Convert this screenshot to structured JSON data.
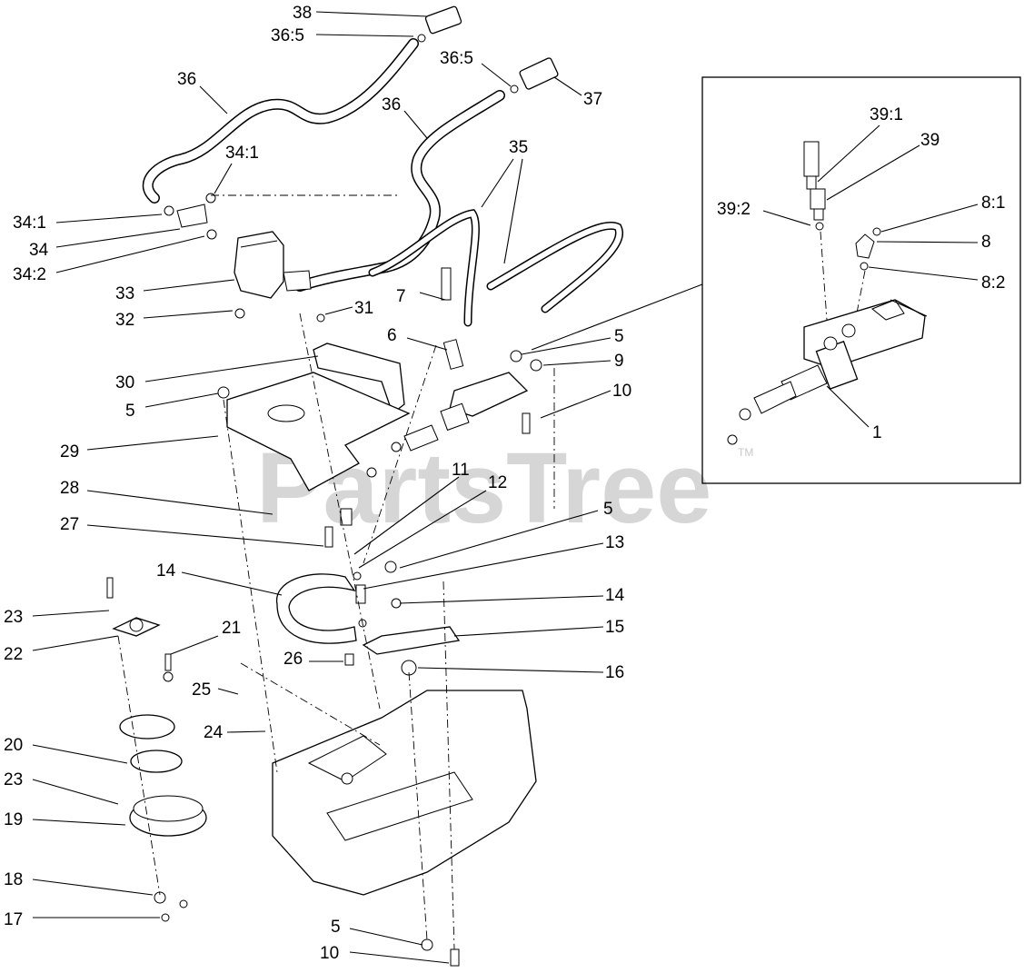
{
  "watermark": {
    "text": "PartsTree",
    "tm": "TM"
  },
  "callouts": [
    {
      "id": "38",
      "label": "38"
    },
    {
      "id": "36-5-top",
      "label": "36:5"
    },
    {
      "id": "36-5-right",
      "label": "36:5"
    },
    {
      "id": "37",
      "label": "37"
    },
    {
      "id": "36-left",
      "label": "36"
    },
    {
      "id": "36-mid",
      "label": "36"
    },
    {
      "id": "35",
      "label": "35"
    },
    {
      "id": "34-1-upper",
      "label": "34:1"
    },
    {
      "id": "34-1-left",
      "label": "34:1"
    },
    {
      "id": "34",
      "label": "34"
    },
    {
      "id": "34-2",
      "label": "34:2"
    },
    {
      "id": "33",
      "label": "33"
    },
    {
      "id": "32",
      "label": "32"
    },
    {
      "id": "31",
      "label": "31"
    },
    {
      "id": "7",
      "label": "7"
    },
    {
      "id": "6",
      "label": "6"
    },
    {
      "id": "5-right",
      "label": "5"
    },
    {
      "id": "9",
      "label": "9"
    },
    {
      "id": "30",
      "label": "30"
    },
    {
      "id": "5-left",
      "label": "5"
    },
    {
      "id": "10-upper",
      "label": "10"
    },
    {
      "id": "29",
      "label": "29"
    },
    {
      "id": "11",
      "label": "11"
    },
    {
      "id": "12",
      "label": "12"
    },
    {
      "id": "28",
      "label": "28"
    },
    {
      "id": "5-mid",
      "label": "5"
    },
    {
      "id": "27",
      "label": "27"
    },
    {
      "id": "13",
      "label": "13"
    },
    {
      "id": "14-left",
      "label": "14"
    },
    {
      "id": "14-right",
      "label": "14"
    },
    {
      "id": "23-upper",
      "label": "23"
    },
    {
      "id": "15",
      "label": "15"
    },
    {
      "id": "22",
      "label": "22"
    },
    {
      "id": "21",
      "label": "21"
    },
    {
      "id": "26",
      "label": "26"
    },
    {
      "id": "16",
      "label": "16"
    },
    {
      "id": "25",
      "label": "25"
    },
    {
      "id": "24",
      "label": "24"
    },
    {
      "id": "20",
      "label": "20"
    },
    {
      "id": "23-lower",
      "label": "23"
    },
    {
      "id": "19",
      "label": "19"
    },
    {
      "id": "18",
      "label": "18"
    },
    {
      "id": "17",
      "label": "17"
    },
    {
      "id": "5-bottom",
      "label": "5"
    },
    {
      "id": "10-bottom",
      "label": "10"
    },
    {
      "id": "39-1",
      "label": "39:1"
    },
    {
      "id": "39",
      "label": "39"
    },
    {
      "id": "39-2",
      "label": "39:2"
    },
    {
      "id": "8-1",
      "label": "8:1"
    },
    {
      "id": "8",
      "label": "8"
    },
    {
      "id": "8-2",
      "label": "8:2"
    },
    {
      "id": "1",
      "label": "1"
    }
  ]
}
